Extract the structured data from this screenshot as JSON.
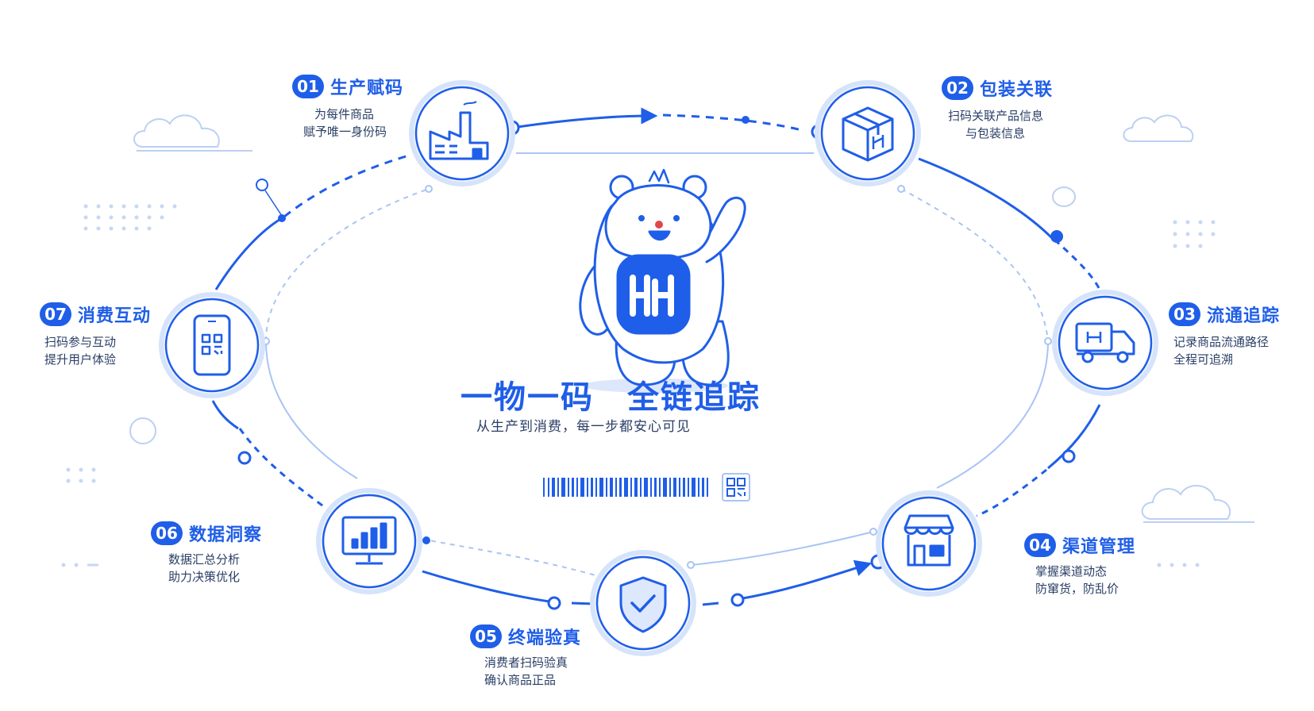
{
  "title": "一物一码　全链追踪",
  "subtitle": "从生产到消费，每一步都安心可见",
  "colors": {
    "primary": "#1f5ee8",
    "light": "#a9c4f5",
    "pale": "#e8f0fd",
    "text": "#2a3f66"
  },
  "steps": [
    {
      "num": "01",
      "title": "生产赋码",
      "desc1": "为每件商品",
      "desc2": "赋予唯一身份码",
      "icon": "factory-icon"
    },
    {
      "num": "02",
      "title": "包装关联",
      "desc1": "扫码关联产品信息",
      "desc2": "与包装信息",
      "icon": "package-icon"
    },
    {
      "num": "03",
      "title": "流通追踪",
      "desc1": "记录商品流通路径",
      "desc2": "全程可追溯",
      "icon": "truck-icon"
    },
    {
      "num": "04",
      "title": "渠道管理",
      "desc1": "掌握渠道动态",
      "desc2": "防窜货，防乱价",
      "icon": "store-icon"
    },
    {
      "num": "05",
      "title": "终端验真",
      "desc1": "消费者扫码验真",
      "desc2": "确认商品正品",
      "icon": "shield-check-icon"
    },
    {
      "num": "06",
      "title": "数据洞察",
      "desc1": "数据汇总分析",
      "desc2": "助力决策优化",
      "icon": "monitor-chart-icon"
    },
    {
      "num": "07",
      "title": "消费互动",
      "desc1": "扫码参与互动",
      "desc2": "提升用户体验",
      "icon": "phone-qr-icon"
    }
  ],
  "mascot_icon": "bear-mascot-icon",
  "barcode_icon": "barcode-icon",
  "qr_icon": "qr-code-icon"
}
